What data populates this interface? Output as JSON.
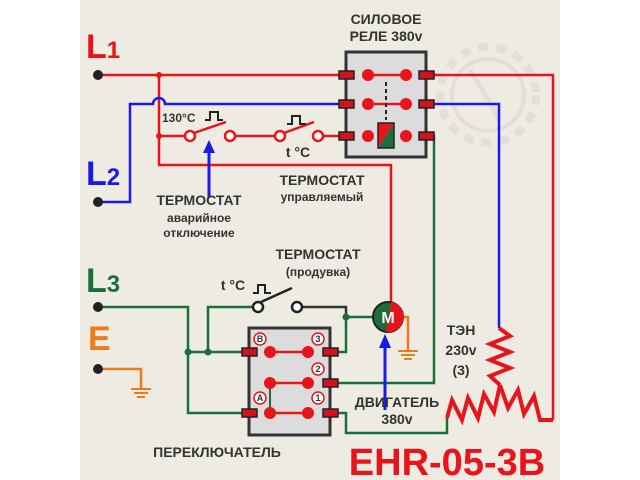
{
  "model": "EHR-05-3B",
  "lines": {
    "l1": "L",
    "l1_sub": "1",
    "l2": "L",
    "l2_sub": "2",
    "l3": "L",
    "l3_sub": "3",
    "earth": "E"
  },
  "relay": {
    "title1": "СИЛОВОЕ",
    "title2": "РЕЛЕ 380v"
  },
  "thermostat_emergency": {
    "temp": "130°C",
    "title": "ТЕРМОСТАТ",
    "sub1": "аварийное",
    "sub2": "отключение"
  },
  "thermostat_controlled": {
    "temp": "t °C",
    "title": "ТЕРМОСТАТ",
    "sub": "управляемый"
  },
  "thermostat_blow": {
    "temp": "t °C",
    "title": "ТЕРМОСТАТ",
    "sub": "(продувка)"
  },
  "motor": {
    "symbol": "M",
    "title": "ДВИГАТЕЛЬ",
    "voltage": "380v"
  },
  "heater": {
    "title": "ТЭН",
    "voltage": "230v",
    "count": "(3)"
  },
  "switch": {
    "title": "ПЕРЕКЛЮЧАТЕЛЬ",
    "pins": [
      "B",
      "3",
      "2",
      "A",
      "1"
    ]
  },
  "colors": {
    "l1": "#e8141c",
    "l2": "#1a1ae6",
    "l3": "#1a6e3a",
    "earth": "#ee7a1a"
  }
}
